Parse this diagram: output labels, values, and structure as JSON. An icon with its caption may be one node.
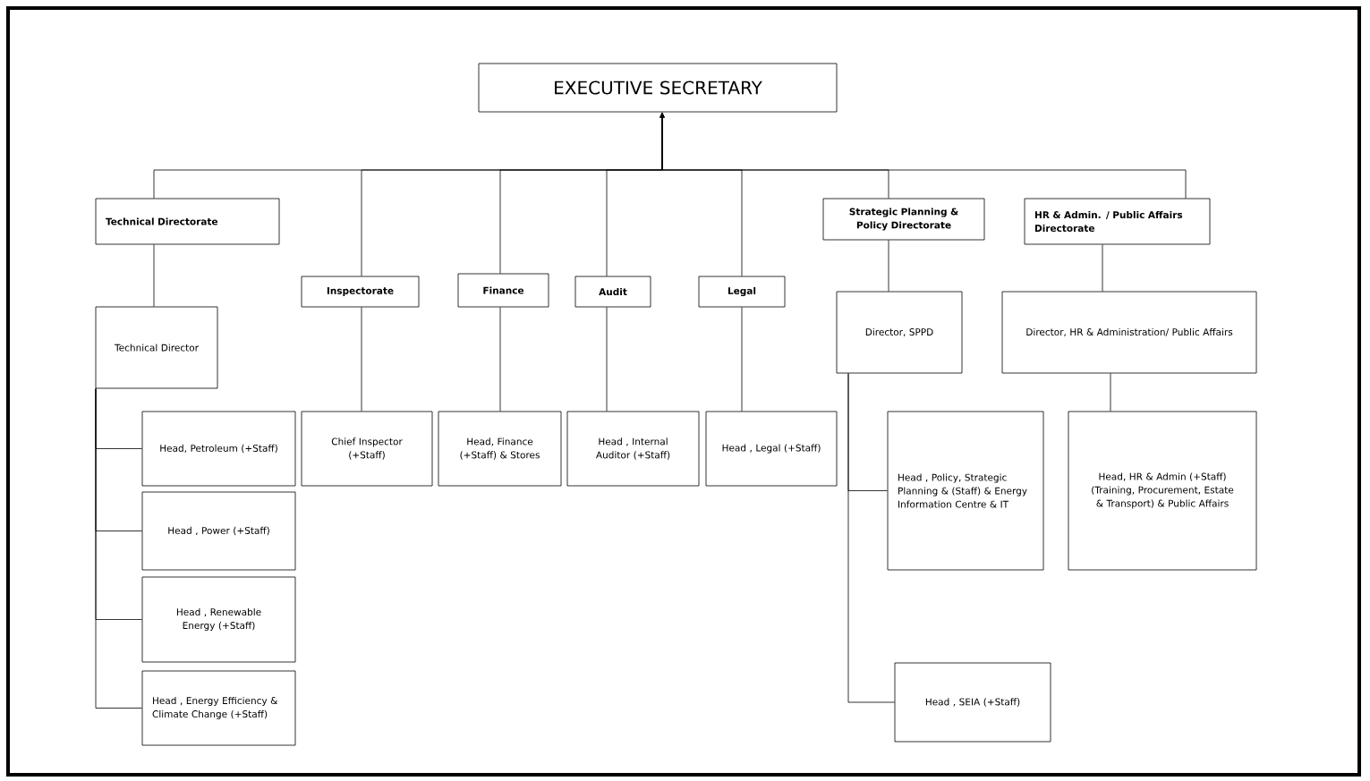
{
  "diagram": {
    "nodes": [
      {
        "text": [
          "EXECUTIVE SECRETARY"
        ]
      },
      {
        "text": [
          "Technical Directorate"
        ]
      },
      {
        "text": [
          "Inspectorate"
        ]
      },
      {
        "text": [
          "Finance"
        ]
      },
      {
        "text": [
          "Audit"
        ]
      },
      {
        "text": [
          "Legal"
        ]
      },
      {
        "text": [
          "Strategic Planning & Policy Directorate"
        ]
      },
      {
        "text": [
          "HR & Admin. / Public Affairs Directorate"
        ]
      },
      {
        "text": [
          "Technical Director"
        ]
      },
      {
        "text": [
          "Head, Petroleum (+Staff)"
        ]
      },
      {
        "text": [
          "Head , Power (+Staff)"
        ]
      },
      {
        "text": [
          "Head , Renewable Energy (+Staff)"
        ]
      },
      {
        "text": [
          "Head , Energy Efficiency & Climate Change (+Staff)"
        ]
      },
      {
        "text": [
          "Chief Inspector (+Staff)"
        ]
      },
      {
        "text": [
          "Head, Finance (+Staff) & Stores"
        ]
      },
      {
        "text": [
          "Head , Internal Auditor (+Staff)"
        ]
      },
      {
        "text": [
          "Head , Legal (+Staff)"
        ]
      },
      {
        "text": [
          "Director, SPPD"
        ]
      },
      {
        "text": [
          "Director, HR & Administration/ Public Affairs"
        ]
      },
      {
        "text": [
          "Head , Policy, Strategic Planning & (Staff) & Energy Information Centre & IT"
        ]
      },
      {
        "text": [
          "Head, HR & Admin (+Staff) (Training, Procurement, Estate & Transport) & Public Affairs"
        ]
      },
      {
        "text": [
          "Head , SEIA (+Staff)"
        ]
      }
    ],
    "edges": [
      {
        "from": 1,
        "to": 0,
        "arrow": "to"
      },
      {
        "from": 2,
        "to": 0,
        "arrow": "to"
      },
      {
        "from": 3,
        "to": 0,
        "arrow": "to"
      },
      {
        "from": 4,
        "to": 0,
        "arrow": "to"
      },
      {
        "from": 5,
        "to": 0,
        "arrow": "to"
      },
      {
        "from": 6,
        "to": 0,
        "arrow": "to"
      },
      {
        "from": 7,
        "to": 0,
        "arrow": "to"
      },
      {
        "from": 1,
        "to": 8,
        "arrow": "none"
      },
      {
        "from": 8,
        "to": 9,
        "arrow": "none"
      },
      {
        "from": 8,
        "to": 10,
        "arrow": "none"
      },
      {
        "from": 8,
        "to": 11,
        "arrow": "none"
      },
      {
        "from": 8,
        "to": 12,
        "arrow": "none"
      },
      {
        "from": 2,
        "to": 13,
        "arrow": "none"
      },
      {
        "from": 3,
        "to": 14,
        "arrow": "none"
      },
      {
        "from": 4,
        "to": 15,
        "arrow": "none"
      },
      {
        "from": 5,
        "to": 16,
        "arrow": "none"
      },
      {
        "from": 6,
        "to": 17,
        "arrow": "none"
      },
      {
        "from": 7,
        "to": 18,
        "arrow": "none"
      },
      {
        "from": 17,
        "to": 19,
        "arrow": "none"
      },
      {
        "from": 17,
        "to": 21,
        "arrow": "none"
      },
      {
        "from": 18,
        "to": 20,
        "arrow": "none"
      }
    ]
  }
}
